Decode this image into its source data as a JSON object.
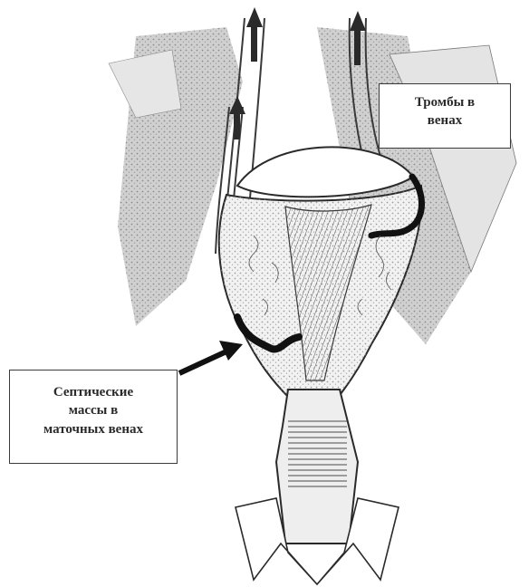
{
  "labels": {
    "thrombi": {
      "lines": [
        "Тромбы в",
        "венах"
      ]
    },
    "septic": {
      "lines": [
        "Септические",
        "массы в",
        "маточных венах"
      ]
    }
  },
  "colors": {
    "ink": "#2a2a2a",
    "shade": "#bdbdbd",
    "background": "#ffffff"
  }
}
